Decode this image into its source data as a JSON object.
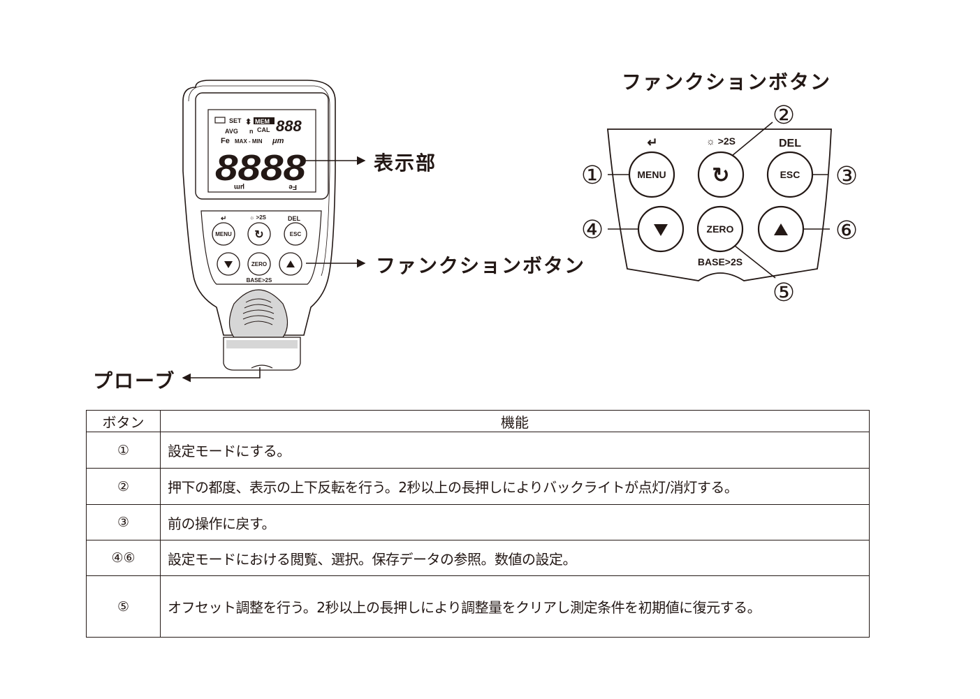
{
  "device": {
    "lcd": {
      "set": "SET",
      "mem": "MEM",
      "mem_digits": "888",
      "avg": "AVG",
      "n": "n",
      "cal": "CAL",
      "fe": "Fe",
      "max_min": "MAX - MIN",
      "unit": "μm",
      "main_digits": "8888",
      "unit_flipped": "μm",
      "fe_flipped": "Fe"
    },
    "keypad": {
      "enter_symbol": "↵",
      "light_label": "☼ >2S",
      "del_label": "DEL",
      "menu_label": "MENU",
      "esc_label": "ESC",
      "zero_label": "ZERO",
      "base_label": "BASE>2S"
    }
  },
  "callouts": {
    "display": "表示部",
    "function_buttons": "ファンクションボタン",
    "probe": "プローブ"
  },
  "panel_title": "ファンクションボタン",
  "panel": {
    "enter_symbol": "↵",
    "light_label": "☼ >2S",
    "del_label": "DEL",
    "menu_label": "MENU",
    "esc_label": "ESC",
    "zero_label": "ZERO",
    "base_label": "BASE>2S",
    "numbers": [
      "①",
      "②",
      "③",
      "④",
      "⑤",
      "⑥"
    ]
  },
  "table": {
    "headers": [
      "ボタン",
      "機能"
    ],
    "rows": [
      {
        "button": "①",
        "function": "設定モードにする。"
      },
      {
        "button": "②",
        "function": "押下の都度、表示の上下反転を行う。2秒以上の長押しによりバックライトが点灯/消灯する。"
      },
      {
        "button": "③",
        "function": "前の操作に戻す。"
      },
      {
        "button": "④⑥",
        "function": "設定モードにおける閲覧、選択。保存データの参照。数値の設定。"
      },
      {
        "button": "⑤",
        "function": "オフセット調整を行う。2秒以上の長押しにより調整量をクリアし測定条件を初期値に復元する。"
      }
    ]
  },
  "colors": {
    "ink": "#231815",
    "device_body": "#ffffff",
    "device_shade": "#d6d6d6"
  }
}
